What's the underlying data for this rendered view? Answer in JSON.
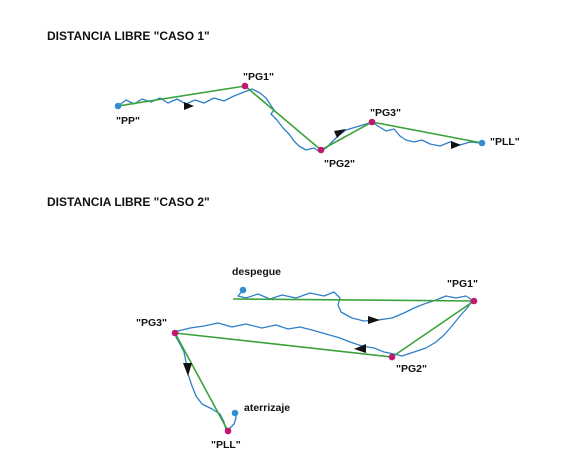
{
  "case1": {
    "title": "DISTANCIA LIBRE \"CASO 1\"",
    "labels": {
      "pp": "\"PP\"",
      "pg1": "\"PG1\"",
      "pg2": "\"PG2\"",
      "pg3": "\"PG3\"",
      "pll": "\"PLL\""
    }
  },
  "case2": {
    "title": "DISTANCIA LIBRE \"CASO 2\"",
    "labels": {
      "takeoff": "despegue",
      "pg1": "\"PG1\"",
      "pg2": "\"PG2\"",
      "pg3": "\"PG3\"",
      "landing": "aterrizaje",
      "pll": "\"PLL\""
    }
  },
  "colors": {
    "track": "#2f7fc8",
    "leg": "#3aa23a",
    "turnpoint": "#c0186e",
    "endpoint": "#2f8fd0",
    "arrow": "#111111"
  }
}
